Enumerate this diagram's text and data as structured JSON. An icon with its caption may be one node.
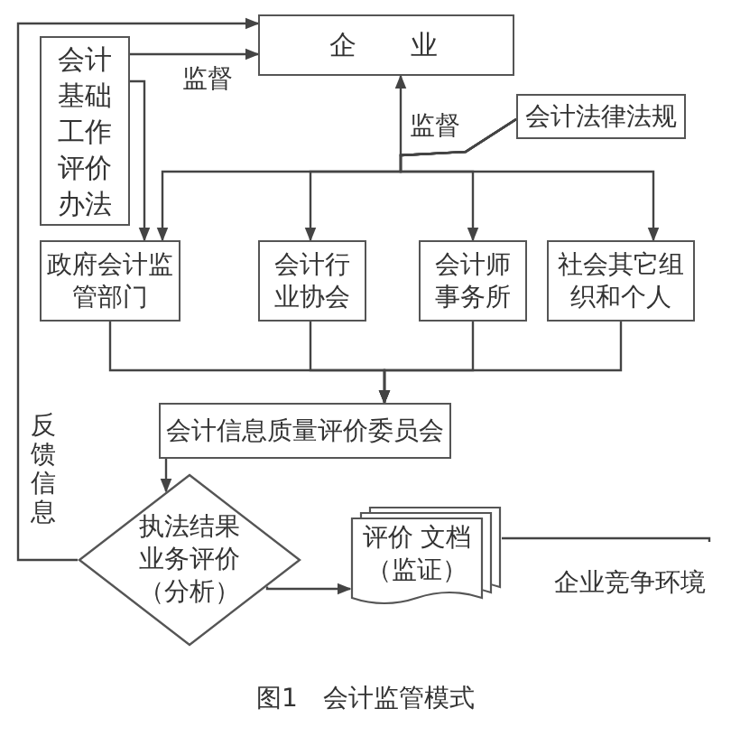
{
  "diagram": {
    "caption": "图1　会计监管模式",
    "nodes": [
      {
        "text": [
          "企业"
        ]
      },
      {
        "text": [
          "会计基础工作评价办法"
        ]
      },
      {
        "text": [
          "会计法律法规"
        ]
      },
      {
        "text": [
          "政府会计监管部门"
        ]
      },
      {
        "text": [
          "会计行业协会"
        ]
      },
      {
        "text": [
          "会计师事务所"
        ]
      },
      {
        "text": [
          "社会其它组织和个人"
        ]
      },
      {
        "text": [
          "会计信息质量评价委员会"
        ]
      },
      {
        "text": [
          "执法结果业务评价（分析）"
        ]
      },
      {
        "text": [
          "评价 文档（监证）"
        ]
      },
      {
        "text": [
          "企业竞争环境"
        ]
      }
    ],
    "edges": [
      {
        "from": 1,
        "to": 0,
        "arrow": "to",
        "label": "监督"
      },
      {
        "from": 2,
        "to": 0,
        "arrow": "to",
        "label": "监督"
      },
      {
        "from": 2,
        "to": 3,
        "arrow": "to"
      },
      {
        "from": 2,
        "to": 4,
        "arrow": "to"
      },
      {
        "from": 2,
        "to": 5,
        "arrow": "to"
      },
      {
        "from": 2,
        "to": 6,
        "arrow": "to"
      },
      {
        "from": 1,
        "to": 3,
        "arrow": "to"
      },
      {
        "from": 8,
        "to": 0,
        "arrow": "to",
        "label": "反馈信息"
      },
      {
        "from": 3,
        "to": 7,
        "arrow": "to"
      },
      {
        "from": 4,
        "to": 7,
        "arrow": "to"
      },
      {
        "from": 5,
        "to": 7,
        "arrow": "to"
      },
      {
        "from": 6,
        "to": 7,
        "arrow": "to"
      },
      {
        "from": 7,
        "to": 8,
        "arrow": "to"
      },
      {
        "from": 8,
        "to": 9,
        "arrow": "to"
      },
      {
        "from": 9,
        "to": 10,
        "arrow": "none"
      }
    ]
  }
}
